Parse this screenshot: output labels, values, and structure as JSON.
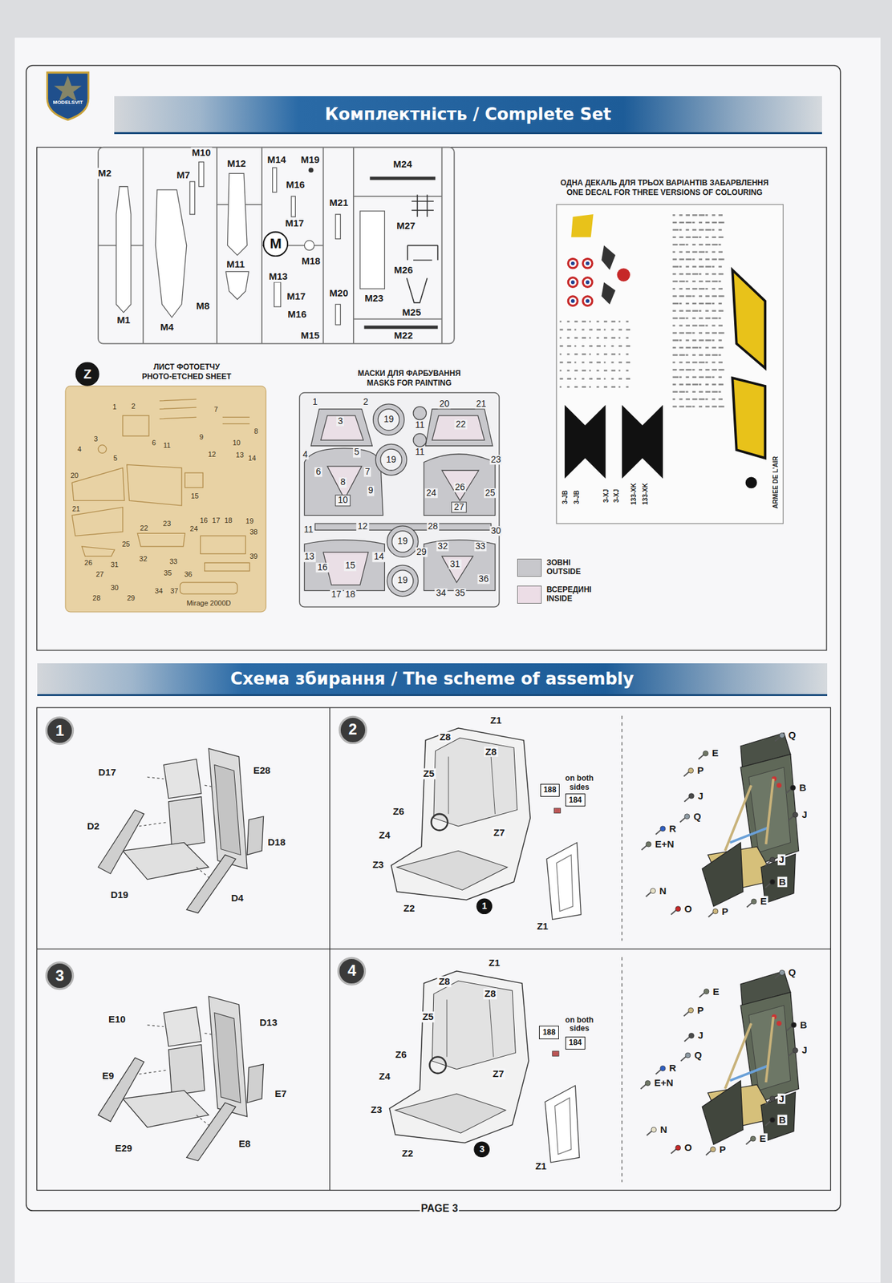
{
  "diagram": {
    "nodes": [
      {
        "text": [
          "MODELSVIT"
        ]
      },
      {
        "text": [
          "Комплектність / Complete Set"
        ]
      },
      {
        "text": [
          "M"
        ]
      },
      {
        "text": [
          "Z"
        ]
      },
      {
        "text": [
          "Схема збирання / The scheme of assembly"
        ]
      },
      {
        "text": [
          "1"
        ]
      },
      {
        "text": [
          "2"
        ]
      },
      {
        "text": [
          "188"
        ]
      },
      {
        "text": [
          "184"
        ]
      },
      {
        "text": [
          "1"
        ]
      },
      {
        "text": [
          "3"
        ]
      },
      {
        "text": [
          "4"
        ]
      },
      {
        "text": [
          "188"
        ]
      },
      {
        "text": [
          "184"
        ]
      },
      {
        "text": [
          "3"
        ]
      }
    ],
    "labels": [
      "M2",
      "M10",
      "M7",
      "M12",
      "M14",
      "M19",
      "M16",
      "M24",
      "M21",
      "M17",
      "M27",
      "M11",
      "M18",
      "M13",
      "M26",
      "M17",
      "M20",
      "M23",
      "M16",
      "M25",
      "M1",
      "M4",
      "M8",
      "M15",
      "M22",
      "ЛИСТ ФОТОЕТЧУ",
      "PHOTO-ETCHED SHEET",
      "1",
      "2",
      "3",
      "4",
      "5",
      "6",
      "7",
      "8",
      "9",
      "10",
      "11",
      "12",
      "13",
      "14",
      "15",
      "16",
      "17",
      "18",
      "19",
      "20",
      "21",
      "22",
      "23",
      "24",
      "25",
      "26",
      "27",
      "28",
      "29",
      "30",
      "31",
      "32",
      "33",
      "34",
      "35",
      "36",
      "37",
      "38",
      "39",
      "Mirage 2000D",
      "МАСКИ ДЛЯ ФАРБУВАННЯ",
      "MASKS FOR PAINTING",
      "1",
      "2",
      "3",
      "19",
      "11",
      "20",
      "21",
      "22",
      "4",
      "5",
      "11",
      "19",
      "23",
      "6",
      "7",
      "8",
      "9",
      "10",
      "24",
      "26",
      "25",
      "27",
      "11",
      "12",
      "28",
      "30",
      "19",
      "13",
      "16",
      "15",
      "14",
      "29",
      "32",
      "33",
      "31",
      "36",
      "19",
      "17",
      "18",
      "34",
      "35",
      "ОДНА ДЕКАЛЬ ДЛЯ ТРЬОХ ВАРІАНТІВ ЗАБАРВЛЕННЯ",
      "ONE DECAL FOR THREE VERSIONS OF COLOURING",
      "3-JB",
      "3-JB",
      "3-XJ",
      "3-XJ",
      "133-XK",
      "133-XK",
      "ARMEE DE L'AIR",
      "D17",
      "E28",
      "D2",
      "D18",
      "D19",
      "D4",
      "Z1",
      "Z8",
      "Z8",
      "Z5",
      "on both sides",
      "Z6",
      "Z7",
      "Z4",
      "Z3",
      "Z2",
      "Z1",
      "Q",
      "E",
      "B",
      "P",
      "J",
      "J",
      "Q",
      "R",
      "E+N",
      "J",
      "N",
      "B",
      "O",
      "P",
      "E",
      "E10",
      "D13",
      "E9",
      "E7",
      "E29",
      "E8",
      "Z1",
      "Z8",
      "Z8",
      "Z5",
      "on both sides",
      "Z6",
      "Z7",
      "Z4",
      "Z3",
      "Z2",
      "Z1",
      "Q",
      "E",
      "P",
      "B",
      "J",
      "J",
      "Q",
      "R",
      "E+N",
      "J",
      "N",
      "B",
      "E",
      "O",
      "P",
      "PAGE 3"
    ],
    "legend": [
      {
        "text": "ЗОВНІ OUTSIDE",
        "color": "#c8c8cc"
      },
      {
        "text": "ВСЕРЕДИНІ INSIDE",
        "color": "#ecdde6"
      }
    ]
  }
}
